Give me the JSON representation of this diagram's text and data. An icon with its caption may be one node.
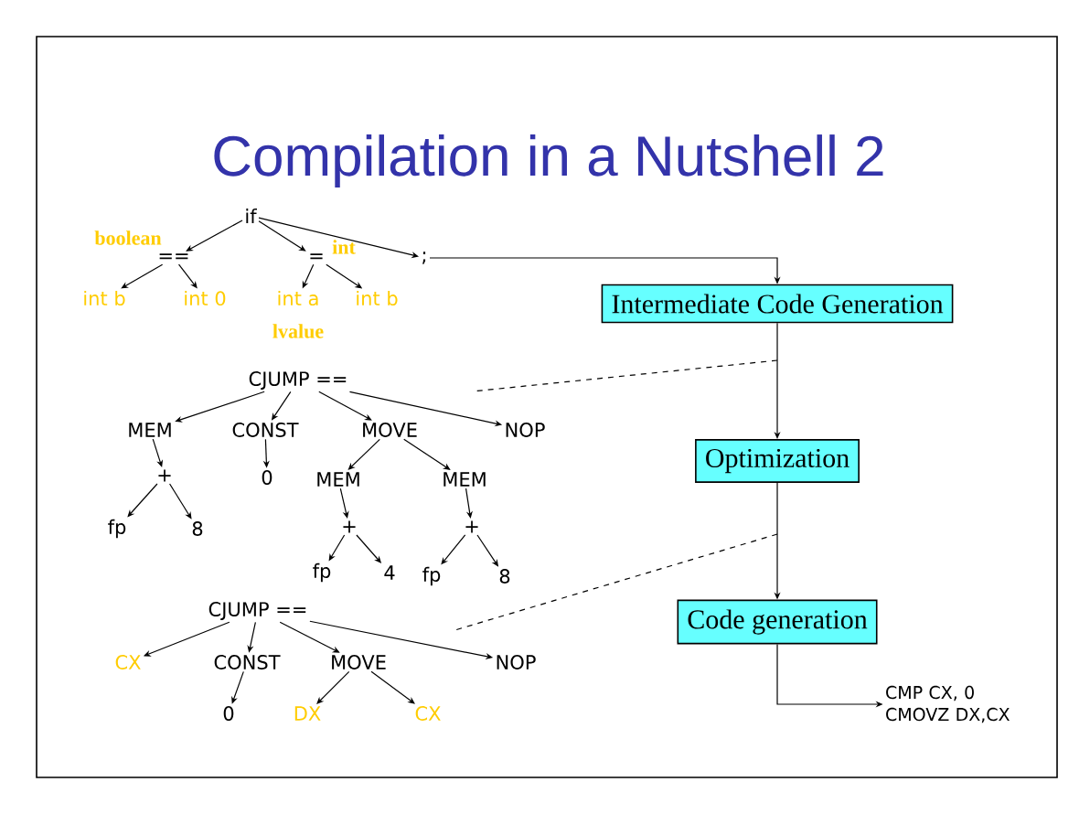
{
  "diagram": {
    "title": "Compilation in a Nutshell 2",
    "nodes": [
      {
        "text": [
          "if"
        ]
      },
      {
        "text": [
          "=="
        ]
      },
      {
        "text": [
          "="
        ]
      },
      {
        "text": [
          ";"
        ]
      },
      {
        "text": [
          "int b"
        ]
      },
      {
        "text": [
          "int 0"
        ]
      },
      {
        "text": [
          "int a"
        ]
      },
      {
        "text": [
          "int b"
        ]
      },
      {
        "text": [
          "Intermediate Code Generation"
        ]
      },
      {
        "text": [
          "Optimization"
        ]
      },
      {
        "text": [
          "Code generation"
        ]
      },
      {
        "text": [
          "CMP CX, 0 CMOVZ DX,CX"
        ]
      },
      {
        "text": [
          "CJUMP =="
        ]
      },
      {
        "text": [
          "MEM"
        ]
      },
      {
        "text": [
          "CONST"
        ]
      },
      {
        "text": [
          "MOVE"
        ]
      },
      {
        "text": [
          "NOP"
        ]
      },
      {
        "text": [
          "+"
        ]
      },
      {
        "text": [
          "0"
        ]
      },
      {
        "text": [
          "MEM"
        ]
      },
      {
        "text": [
          "MEM"
        ]
      },
      {
        "text": [
          "fp"
        ]
      },
      {
        "text": [
          "8"
        ]
      },
      {
        "text": [
          "+"
        ]
      },
      {
        "text": [
          "+"
        ]
      },
      {
        "text": [
          "fp"
        ]
      },
      {
        "text": [
          "4"
        ]
      },
      {
        "text": [
          "fp"
        ]
      },
      {
        "text": [
          "8"
        ]
      },
      {
        "text": [
          "CJUMP =="
        ]
      },
      {
        "text": [
          "CX"
        ]
      },
      {
        "text": [
          "CONST"
        ]
      },
      {
        "text": [
          "MOVE"
        ]
      },
      {
        "text": [
          "NOP"
        ]
      },
      {
        "text": [
          "0"
        ]
      },
      {
        "text": [
          "DX"
        ]
      },
      {
        "text": [
          "CX"
        ]
      }
    ],
    "edges": [
      {
        "from": 0,
        "to": 1,
        "arrow": "to"
      },
      {
        "from": 0,
        "to": 2,
        "arrow": "to"
      },
      {
        "from": 0,
        "to": 3,
        "arrow": "to"
      },
      {
        "from": 1,
        "to": 4,
        "arrow": "to"
      },
      {
        "from": 1,
        "to": 5,
        "arrow": "to"
      },
      {
        "from": 2,
        "to": 6,
        "arrow": "to"
      },
      {
        "from": 2,
        "to": 7,
        "arrow": "to"
      },
      {
        "from": 3,
        "to": 8,
        "arrow": "to"
      },
      {
        "from": 8,
        "to": 9,
        "arrow": "to"
      },
      {
        "from": 9,
        "to": 10,
        "arrow": "to"
      },
      {
        "from": 10,
        "to": 11,
        "arrow": "to"
      },
      {
        "from": 12,
        "to": 13,
        "arrow": "to"
      },
      {
        "from": 12,
        "to": 14,
        "arrow": "to"
      },
      {
        "from": 12,
        "to": 15,
        "arrow": "to"
      },
      {
        "from": 12,
        "to": 16,
        "arrow": "to"
      },
      {
        "from": 13,
        "to": 17,
        "arrow": "to"
      },
      {
        "from": 14,
        "to": 18,
        "arrow": "to"
      },
      {
        "from": 15,
        "to": 19,
        "arrow": "to"
      },
      {
        "from": 15,
        "to": 20,
        "arrow": "to"
      },
      {
        "from": 17,
        "to": 21,
        "arrow": "to"
      },
      {
        "from": 17,
        "to": 22,
        "arrow": "to"
      },
      {
        "from": 19,
        "to": 23,
        "arrow": "to"
      },
      {
        "from": 20,
        "to": 24,
        "arrow": "to"
      },
      {
        "from": 23,
        "to": 25,
        "arrow": "to"
      },
      {
        "from": 23,
        "to": 26,
        "arrow": "to"
      },
      {
        "from": 24,
        "to": 27,
        "arrow": "to"
      },
      {
        "from": 24,
        "to": 28,
        "arrow": "to"
      },
      {
        "from": 29,
        "to": 30,
        "arrow": "to"
      },
      {
        "from": 29,
        "to": 31,
        "arrow": "to"
      },
      {
        "from": 29,
        "to": 32,
        "arrow": "to"
      },
      {
        "from": 29,
        "to": 33,
        "arrow": "to"
      },
      {
        "from": 31,
        "to": 34,
        "arrow": "to"
      },
      {
        "from": 32,
        "to": 35,
        "arrow": "to"
      },
      {
        "from": 32,
        "to": 36,
        "arrow": "to"
      }
    ],
    "labels": [
      "boolean",
      "int",
      "lvalue"
    ]
  }
}
